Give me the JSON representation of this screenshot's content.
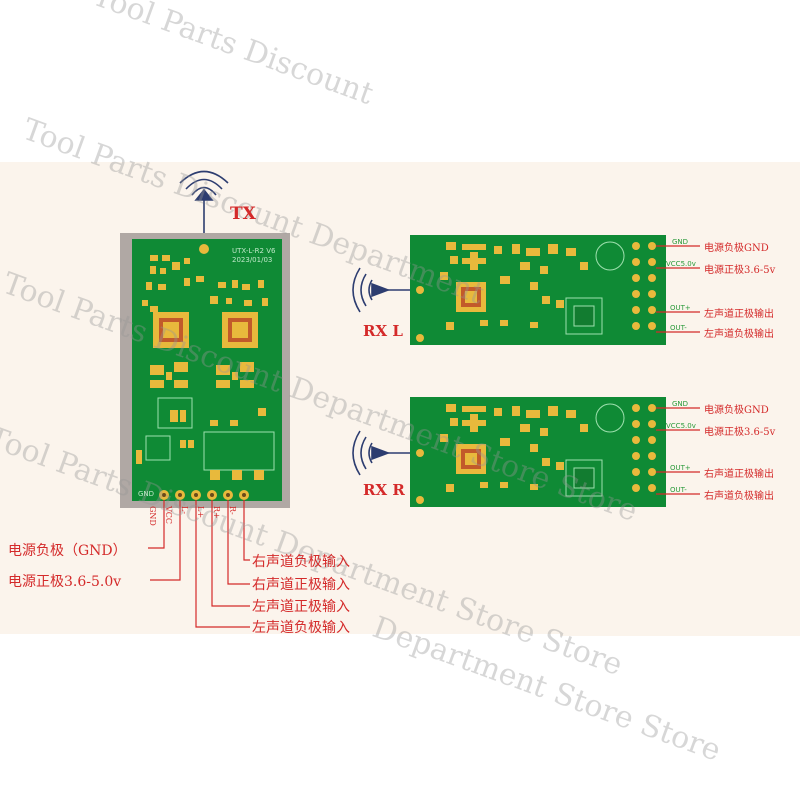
{
  "watermark": {
    "line1": "Tool Parts Discount",
    "line2": "Tool Parts Discount Department",
    "line3": "Tool Parts Discount Department Store Store",
    "line4": "Tool Parts Discount Department Store Store",
    "line5": "Department Store Store"
  },
  "tx": {
    "label": "TX",
    "board_text": "UTX-L-R2 V6",
    "board_date": "2023/01/03",
    "gnd_silk": "GND",
    "vcc_silk": "VCC"
  },
  "tx_pins": [
    {
      "name": "GND",
      "desc": "电源负极（GND）"
    },
    {
      "name": "VCC",
      "desc": "电源正极3.6-5.0v"
    },
    {
      "name": "L-",
      "desc": "左声道负极输入"
    },
    {
      "name": "L+",
      "desc": "左声道正极输入"
    },
    {
      "name": "R+",
      "desc": "右声道正极输入"
    },
    {
      "name": "R-",
      "desc": "右声道负极输入"
    }
  ],
  "rx_boards": [
    {
      "label": "RX L",
      "pins": [
        {
          "name": "GND",
          "desc": "电源负极GND"
        },
        {
          "name": "VCC5.0v",
          "desc": "电源正极3.6-5v"
        },
        {
          "name": "OUT+",
          "desc": "左声道正极输出"
        },
        {
          "name": "OUT-",
          "desc": "左声道负极输出"
        }
      ]
    },
    {
      "label": "RX R",
      "pins": [
        {
          "name": "GND",
          "desc": "电源负极GND"
        },
        {
          "name": "VCC5.0v",
          "desc": "电源正极3.6-5v"
        },
        {
          "name": "OUT+",
          "desc": "右声道正极输出"
        },
        {
          "name": "OUT-",
          "desc": "右声道负极输出"
        }
      ]
    }
  ],
  "colors": {
    "pcb": "#0f8a35",
    "pad": "#e8b93c",
    "label": "#d42a2a",
    "line": "#d42a2a",
    "tx_frame": "#b0a8a4",
    "band": "#fbf4ec"
  }
}
